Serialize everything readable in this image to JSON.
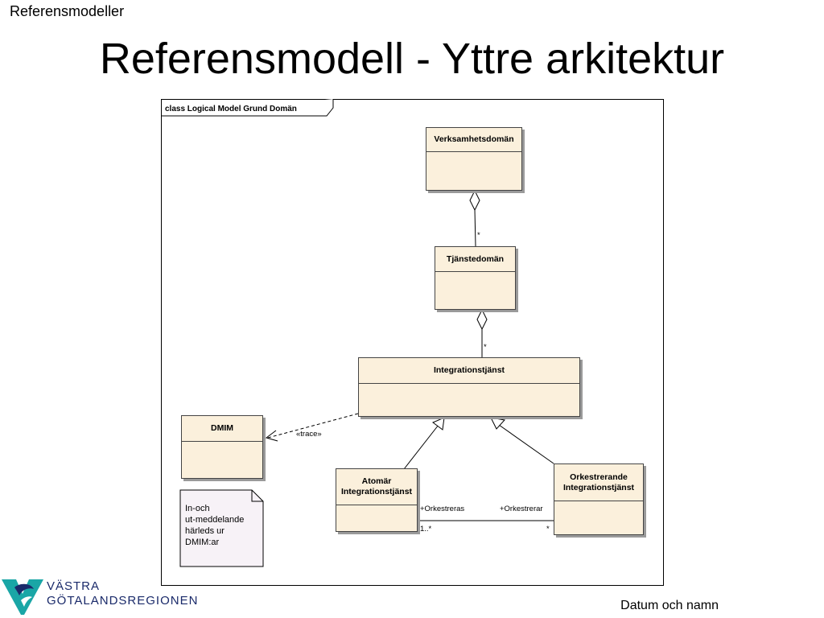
{
  "header": {
    "section_label": "Referensmodeller"
  },
  "slide": {
    "title": "Referensmodell - Yttre arkitektur"
  },
  "diagram": {
    "frame_label": "class Logical Model Grund Domän",
    "classes": {
      "verksamhetsdoman": "Verksamhetsdomän",
      "tjanstedoman": "Tjänstedomän",
      "integrationstjanst": "Integrationstjänst",
      "dmim": "DMIM",
      "atomar_line1": "Atomär",
      "atomar_line2": "Integrationstjänst",
      "orkestrerande_line1": "Orkestrerande",
      "orkestrerande_line2": "Integrationstjänst"
    },
    "multiplicities": {
      "verksamhet_tjanste": "*",
      "tjanste_integration": "*",
      "assoc_atomar": "1..*",
      "assoc_orkestrerande": "*"
    },
    "roles": {
      "orkestreras": "+Orkestreras",
      "orkestrerar": "+Orkestrerar"
    },
    "stereotype": "«trace»",
    "note": {
      "line1": "In-och",
      "line2": "ut-meddelande",
      "line3": "härleds ur",
      "line4": "DMIM:ar"
    }
  },
  "footer": {
    "date_name": "Datum och namn",
    "logo_line1": "VÄSTRA",
    "logo_line2": "GÖTALANDSREGIONEN"
  },
  "colors": {
    "class_fill": "#fbf0dc",
    "note_fill": "#f7f2f7",
    "logo_teal": "#1aa6a6",
    "logo_navy": "#1a2a6a"
  }
}
